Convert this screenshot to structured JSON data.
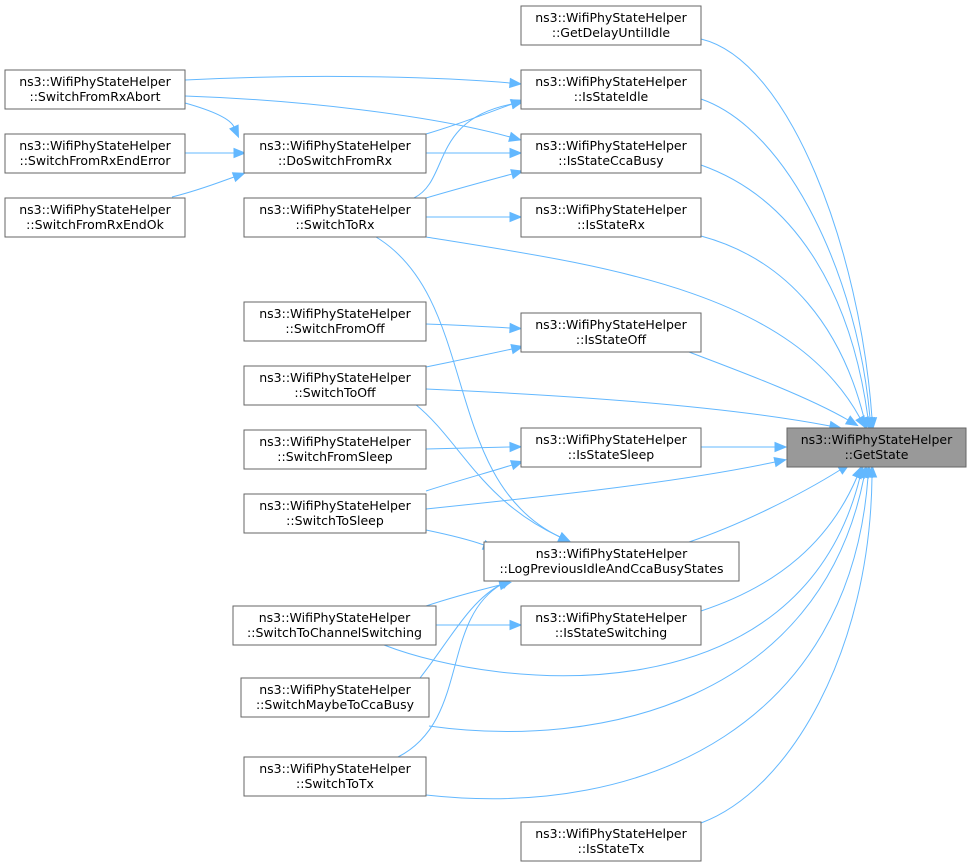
{
  "graph": {
    "target": "getstate",
    "nodes": [
      {
        "id": "getdelay",
        "line1": "ns3::WifiPhyStateHelper",
        "line2": "::GetDelayUntilIdle"
      },
      {
        "id": "isidle",
        "line1": "ns3::WifiPhyStateHelper",
        "line2": "::IsStateIdle"
      },
      {
        "id": "isccabusy",
        "line1": "ns3::WifiPhyStateHelper",
        "line2": "::IsStateCcaBusy"
      },
      {
        "id": "isrx",
        "line1": "ns3::WifiPhyStateHelper",
        "line2": "::IsStateRx"
      },
      {
        "id": "isoff",
        "line1": "ns3::WifiPhyStateHelper",
        "line2": "::IsStateOff"
      },
      {
        "id": "issleep",
        "line1": "ns3::WifiPhyStateHelper",
        "line2": "::IsStateSleep"
      },
      {
        "id": "logprev",
        "line1": "ns3::WifiPhyStateHelper",
        "line2": "::LogPreviousIdleAndCcaBusyStates"
      },
      {
        "id": "isswitching",
        "line1": "ns3::WifiPhyStateHelper",
        "line2": "::IsStateSwitching"
      },
      {
        "id": "istx",
        "line1": "ns3::WifiPhyStateHelper",
        "line2": "::IsStateTx"
      },
      {
        "id": "rxabort",
        "line1": "ns3::WifiPhyStateHelper",
        "line2": "::SwitchFromRxAbort"
      },
      {
        "id": "rxenderror",
        "line1": "ns3::WifiPhyStateHelper",
        "line2": "::SwitchFromRxEndError"
      },
      {
        "id": "rxendok",
        "line1": "ns3::WifiPhyStateHelper",
        "line2": "::SwitchFromRxEndOk"
      },
      {
        "id": "doswitchrx",
        "line1": "ns3::WifiPhyStateHelper",
        "line2": "::DoSwitchFromRx"
      },
      {
        "id": "toRx",
        "line1": "ns3::WifiPhyStateHelper",
        "line2": "::SwitchToRx"
      },
      {
        "id": "fromOff",
        "line1": "ns3::WifiPhyStateHelper",
        "line2": "::SwitchFromOff"
      },
      {
        "id": "toOff",
        "line1": "ns3::WifiPhyStateHelper",
        "line2": "::SwitchToOff"
      },
      {
        "id": "fromSleep",
        "line1": "ns3::WifiPhyStateHelper",
        "line2": "::SwitchFromSleep"
      },
      {
        "id": "toSleep",
        "line1": "ns3::WifiPhyStateHelper",
        "line2": "::SwitchToSleep"
      },
      {
        "id": "toChanSw",
        "line1": "ns3::WifiPhyStateHelper",
        "line2": "::SwitchToChannelSwitching"
      },
      {
        "id": "maybeCca",
        "line1": "ns3::WifiPhyStateHelper",
        "line2": "::SwitchMaybeToCcaBusy"
      },
      {
        "id": "toTx",
        "line1": "ns3::WifiPhyStateHelper",
        "line2": "::SwitchToTx"
      },
      {
        "id": "getstate",
        "line1": "ns3::WifiPhyStateHelper",
        "line2": "::GetState"
      }
    ],
    "edges": [
      {
        "from": "getdelay",
        "to": "getstate"
      },
      {
        "from": "isidle",
        "to": "getstate"
      },
      {
        "from": "isccabusy",
        "to": "getstate"
      },
      {
        "from": "isrx",
        "to": "getstate"
      },
      {
        "from": "isoff",
        "to": "getstate"
      },
      {
        "from": "issleep",
        "to": "getstate"
      },
      {
        "from": "logprev",
        "to": "getstate"
      },
      {
        "from": "isswitching",
        "to": "getstate"
      },
      {
        "from": "istx",
        "to": "getstate"
      },
      {
        "from": "toRx",
        "to": "getstate"
      },
      {
        "from": "toOff",
        "to": "getstate"
      },
      {
        "from": "toSleep",
        "to": "getstate"
      },
      {
        "from": "toChanSw",
        "to": "getstate"
      },
      {
        "from": "maybeCca",
        "to": "getstate"
      },
      {
        "from": "toTx",
        "to": "getstate"
      },
      {
        "from": "rxabort",
        "to": "isidle"
      },
      {
        "from": "rxabort",
        "to": "isccabusy"
      },
      {
        "from": "rxabort",
        "to": "doswitchrx"
      },
      {
        "from": "rxenderror",
        "to": "doswitchrx"
      },
      {
        "from": "rxendok",
        "to": "doswitchrx"
      },
      {
        "from": "doswitchrx",
        "to": "isidle"
      },
      {
        "from": "doswitchrx",
        "to": "isccabusy"
      },
      {
        "from": "toRx",
        "to": "isidle"
      },
      {
        "from": "toRx",
        "to": "isccabusy"
      },
      {
        "from": "toRx",
        "to": "isrx"
      },
      {
        "from": "toRx",
        "to": "logprev"
      },
      {
        "from": "fromOff",
        "to": "isoff"
      },
      {
        "from": "toOff",
        "to": "isoff"
      },
      {
        "from": "toOff",
        "to": "logprev"
      },
      {
        "from": "fromSleep",
        "to": "issleep"
      },
      {
        "from": "toSleep",
        "to": "issleep"
      },
      {
        "from": "toSleep",
        "to": "logprev"
      },
      {
        "from": "toChanSw",
        "to": "logprev"
      },
      {
        "from": "toChanSw",
        "to": "isswitching"
      },
      {
        "from": "maybeCca",
        "to": "logprev"
      },
      {
        "from": "toTx",
        "to": "logprev"
      }
    ]
  }
}
